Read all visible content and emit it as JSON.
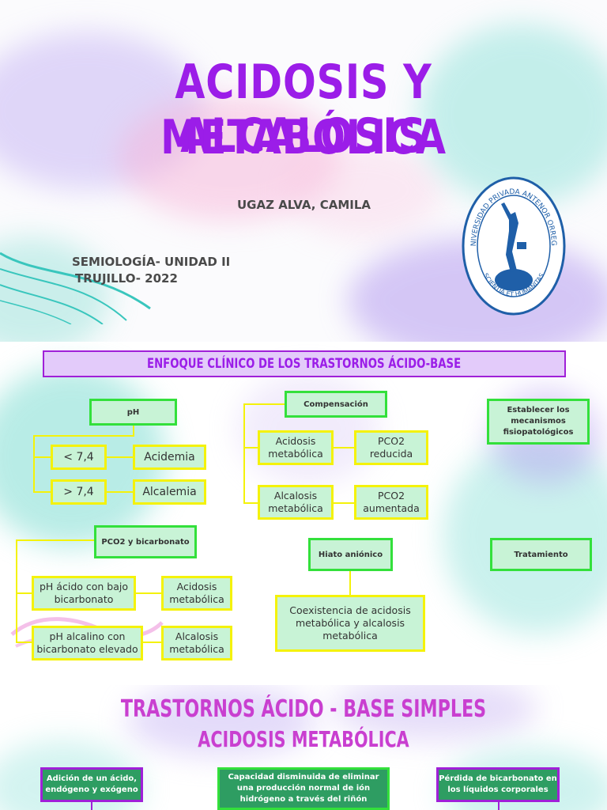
{
  "slide1": {
    "title_line1": "ACIDOSIS Y ALCALOSIS",
    "title_line2": "METABÓLICA",
    "author": "UGAZ ALVA, CAMILA",
    "course": "SEMIOLOGÍA- UNIDAD II",
    "place_year": "TRUJILLO- 2022",
    "seal": {
      "top_text": "UNIVERSIDAD PRIVADA ANTENOR ORREGO",
      "bottom_text": "SCIENTIA ET HUMANITAS",
      "color": "#1f5fa8"
    }
  },
  "slide2": {
    "banner": "ENFOQUE CLÍNICO DE LOS TRASTORNOS ÁCIDO-BASE",
    "ph": {
      "label": "pH",
      "rows": [
        {
          "condition": "< 7,4",
          "result": "Acidemia"
        },
        {
          "condition": "> 7,4",
          "result": "Alcalemia"
        }
      ]
    },
    "compensation": {
      "label": "Compensación",
      "rows": [
        {
          "disorder": "Acidosis metabólica",
          "result": "PCO2 reducida"
        },
        {
          "disorder": "Alcalosis metabólica",
          "result": "PCO2 aumentada"
        }
      ]
    },
    "mechanisms": "Establecer los mecanismos fisiopatológicos",
    "pco2_bicarb": {
      "label": "PCO2 y bicarbonato",
      "rows": [
        {
          "finding": "pH ácido con bajo bicarbonato",
          "result": "Acidosis metabólica"
        },
        {
          "finding": "pH alcalino con bicarbonato elevado",
          "result": "Alcalosis metabólica"
        }
      ]
    },
    "anion_gap": {
      "label": "Hiato aniónico",
      "detail": "Coexistencia de acidosis metabólica y alcalosis metabólica"
    },
    "treatment": "Tratamiento"
  },
  "slide3": {
    "title_line1": "TRASTORNOS ÁCIDO - BASE SIMPLES",
    "title_line2": "ACIDOSIS METABÓLICA",
    "boxes": [
      "Adición de un ácido, endógeno y exógeno",
      "Capacidad disminuida de eliminar una producción normal de ión hidrógeno a través del riñón",
      "Pérdida de bicarbonato en los líquidos corporales"
    ]
  }
}
